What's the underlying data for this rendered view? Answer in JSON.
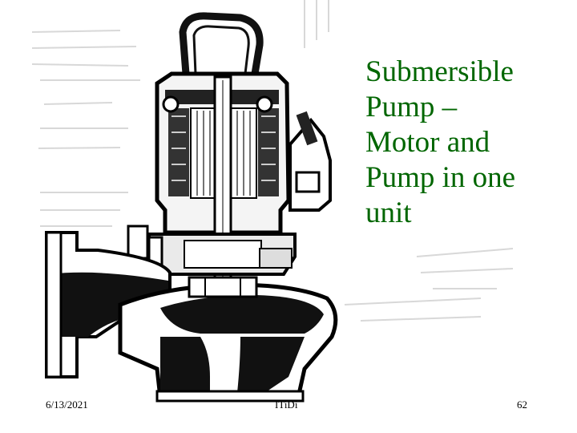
{
  "slide": {
    "title_lines": [
      "Submersible",
      "Pump –",
      "Motor and",
      "Pump in one",
      "unit"
    ],
    "title_color": "#006600",
    "footer": {
      "date": "6/13/2021",
      "center": "ITiDi",
      "page": "62"
    }
  },
  "illustration": {
    "subject": "submersible-pump-cross-section"
  }
}
